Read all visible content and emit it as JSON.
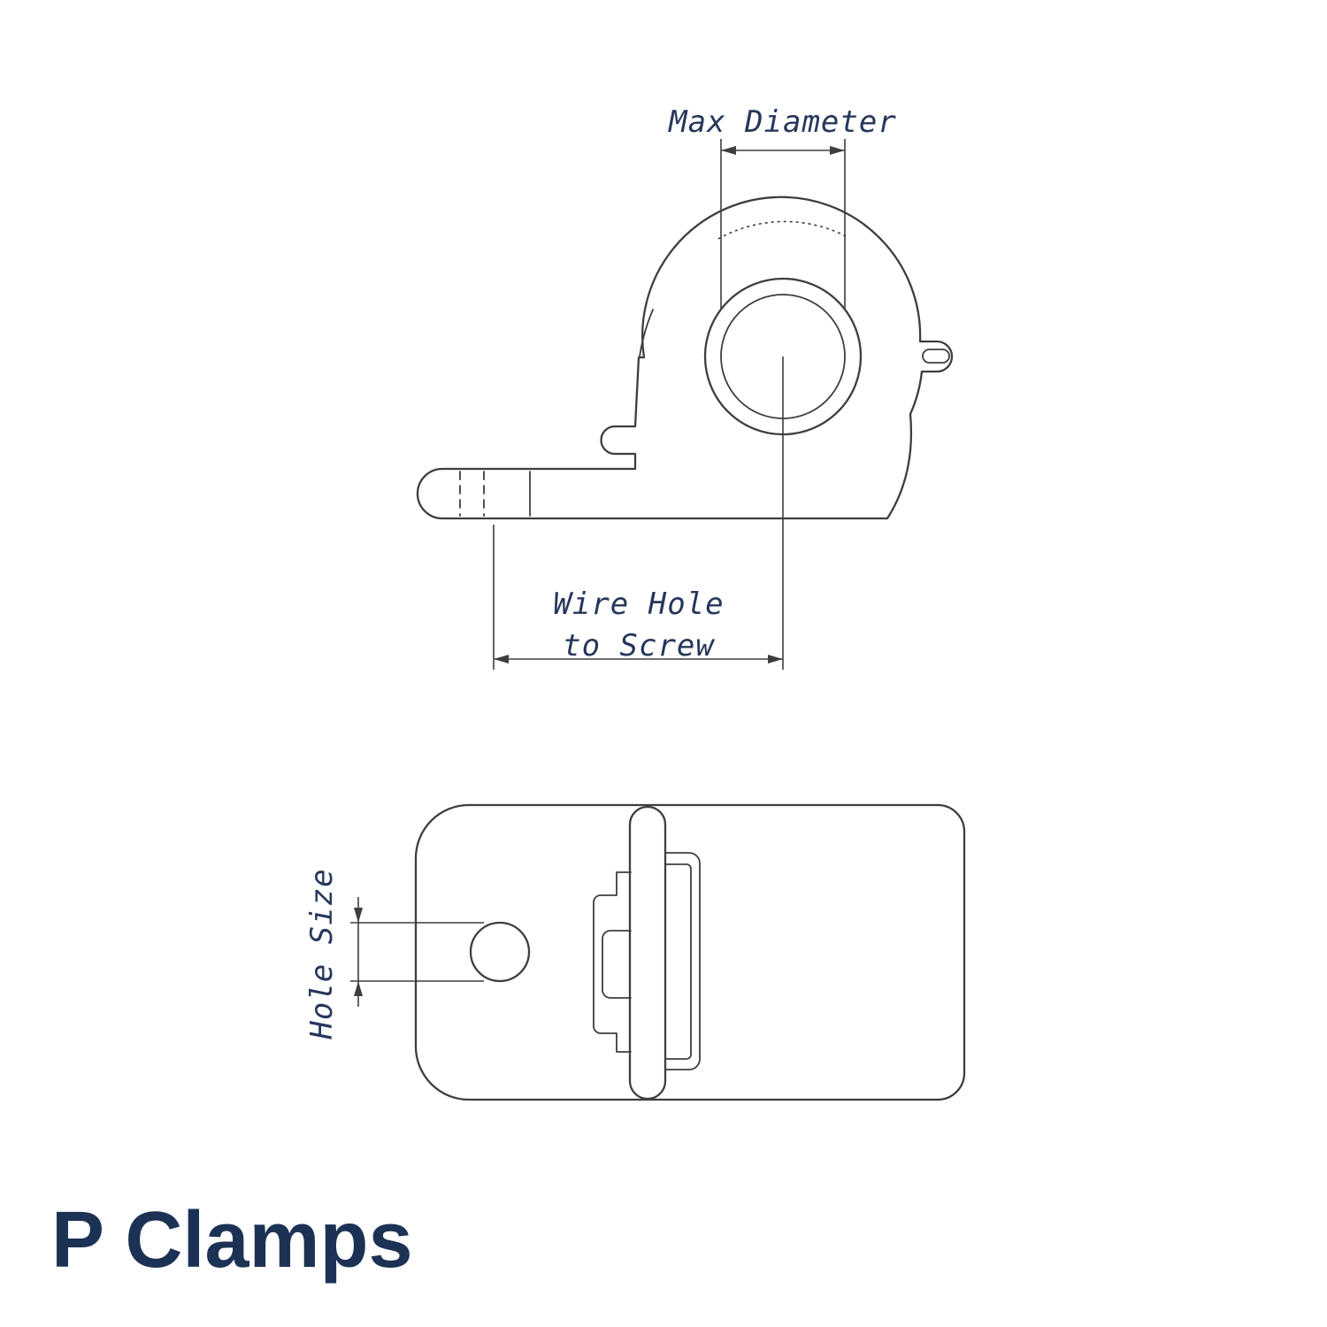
{
  "page": {
    "title_label": "P Clamps"
  },
  "diagram": {
    "side_view": {
      "label_max_diameter": "Max Diameter",
      "label_wire_hole_line1": "Wire Hole",
      "label_wire_hole_line2": "to Screw"
    },
    "top_view": {
      "label_hole_size": "Hole Size"
    }
  },
  "colors": {
    "line": "#3e3e3e",
    "dim_text": "#26375a",
    "title": "#1c3254",
    "background": "#ffffff"
  }
}
